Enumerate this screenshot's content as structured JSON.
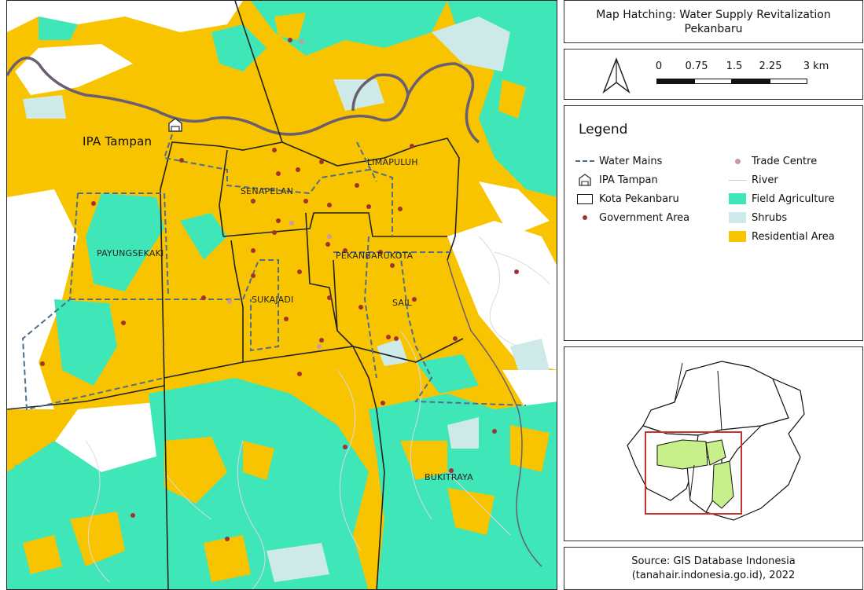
{
  "title": {
    "line1": "Map Hatching: Water Supply Revitalization",
    "line2": "Pekanbaru"
  },
  "scale_bar": {
    "ticks": [
      "0",
      "0.75",
      "1.5",
      "2.25",
      "3 km"
    ],
    "north_icon": "north-arrow-icon"
  },
  "legend": {
    "title": "Legend",
    "items": [
      {
        "label": "Water Mains",
        "icon": "dashed-line-icon",
        "color": "#4e6e8c"
      },
      {
        "label": "IPA Tampan",
        "icon": "water-treatment-plant-icon",
        "color": "#333333"
      },
      {
        "label": "Kota Pekanbaru",
        "icon": "boundary-box-icon",
        "color": "#111111"
      },
      {
        "label": "Government Area",
        "icon": "dot-icon",
        "color": "#a03232"
      },
      {
        "label": "Trade Centre",
        "icon": "dot-icon",
        "color": "#c79aa6"
      },
      {
        "label": "River",
        "icon": "line-icon",
        "color": "#c8c8d6"
      },
      {
        "label": "Field Agriculture",
        "icon": "fill-icon",
        "color": "#3fe6b8"
      },
      {
        "label": "Shrubs",
        "icon": "fill-icon",
        "color": "#cdeae8"
      },
      {
        "label": "Residential Area",
        "icon": "fill-icon",
        "color": "#f8c400"
      }
    ]
  },
  "map_labels": {
    "ipa": "IPA Tampan",
    "districts": [
      "SENAPELAN",
      "LIMAPULUH",
      "PAYUNGSEKAKI",
      "PEKANBARUKOTA",
      "SUKAJADI",
      "SAIL",
      "BUKITRAYA"
    ]
  },
  "source": {
    "line1": "Source: GIS Database Indonesia",
    "line2": "(tanahair.indonesia.go.id), 2022"
  },
  "colors": {
    "residential": "#f8c400",
    "agriculture": "#3fe6b8",
    "shrubs": "#cdeae8",
    "government": "#a03232",
    "trade": "#c79aa6",
    "water_mains": "#4e6e8c",
    "river": "#6a5e72",
    "inset_highlight": "#c8f08a",
    "inset_frame": "#c83232"
  }
}
